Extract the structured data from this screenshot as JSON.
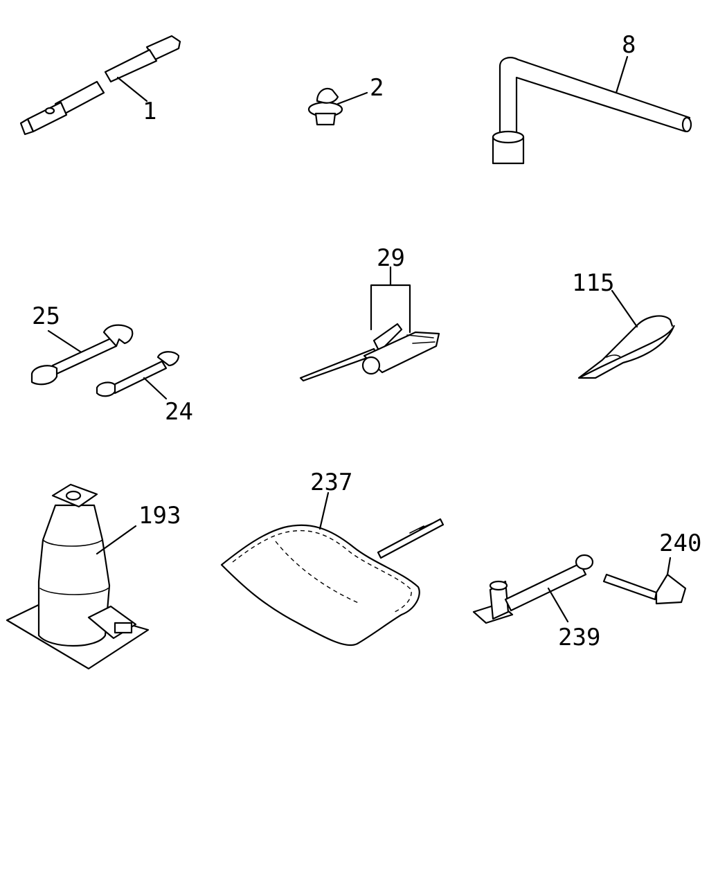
{
  "callouts": {
    "part_1": "1",
    "part_2": "2",
    "part_8": "8",
    "part_25": "25",
    "part_24": "24",
    "part_29": "29",
    "part_115": "115",
    "part_193": "193",
    "part_237": "237",
    "part_239": "239",
    "part_240": "240"
  },
  "colors": {
    "line": "#000000",
    "background": "#ffffff"
  }
}
